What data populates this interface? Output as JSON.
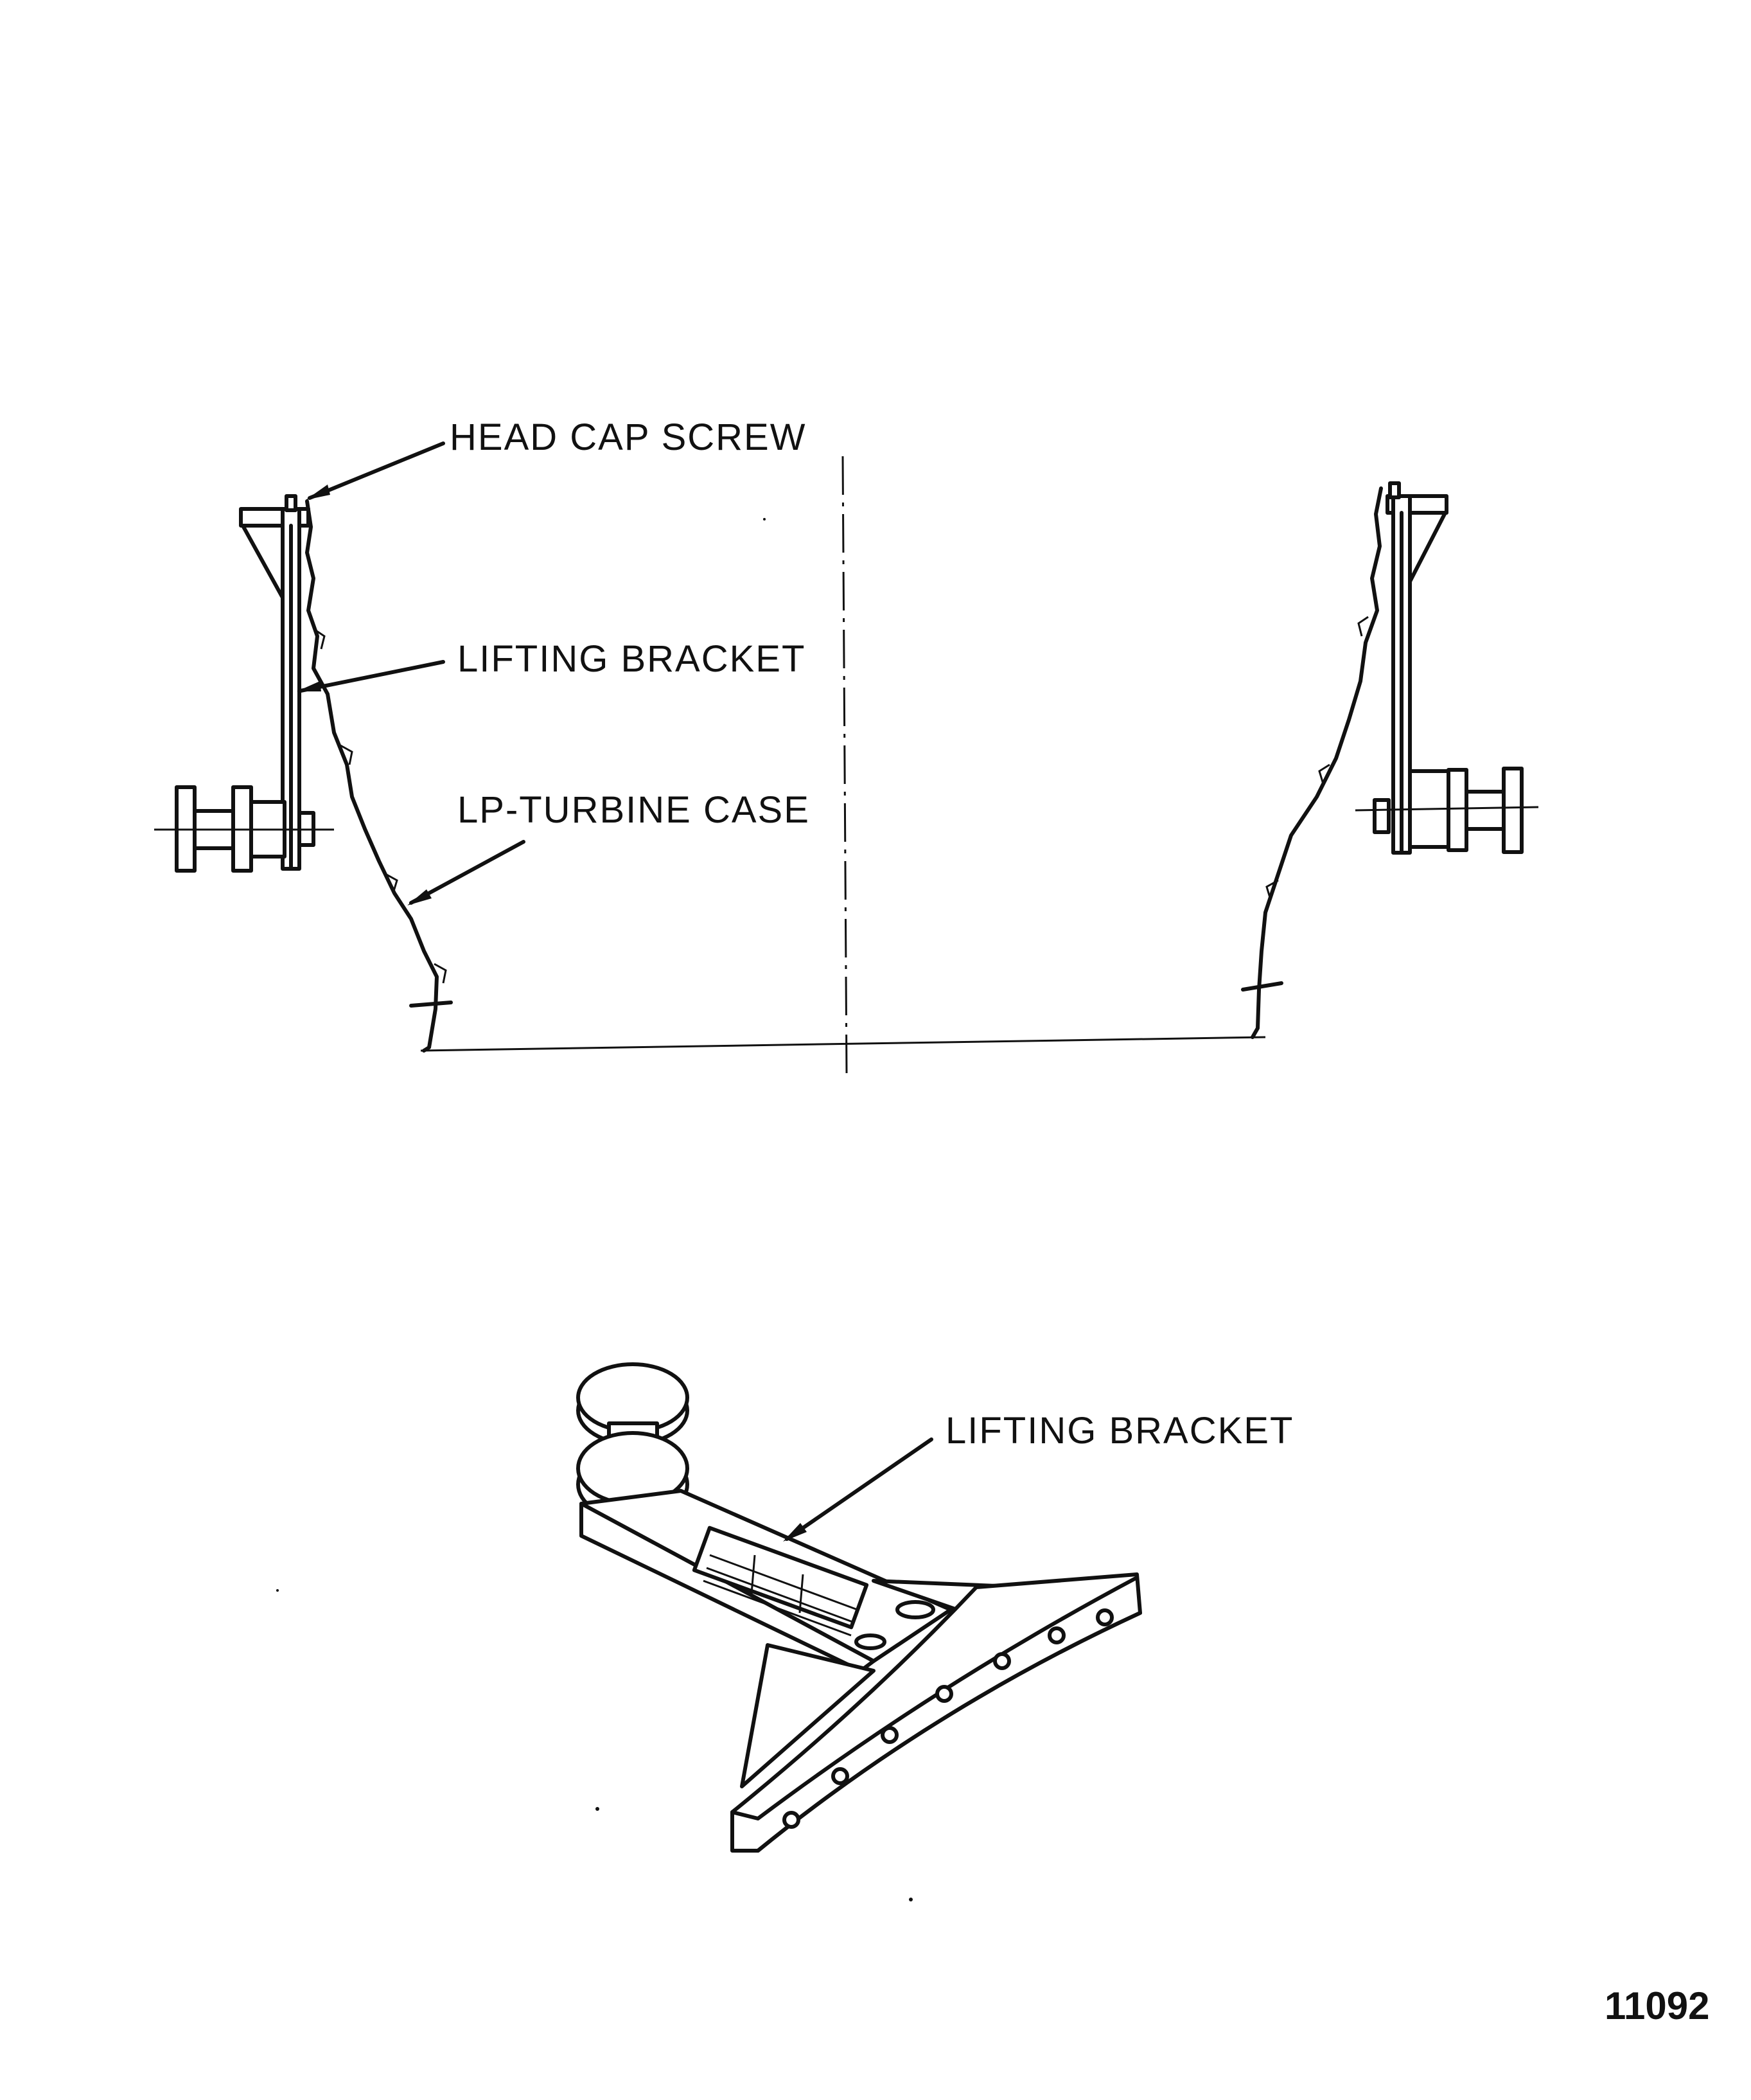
{
  "labels": {
    "head_cap_screw": "HEAD CAP SCREW",
    "lifting_bracket_section": "LIFTING BRACKET",
    "lp_turbine_case": "LP-TURBINE CASE",
    "lifting_bracket_detail": "LIFTING BRACKET"
  },
  "figure_number": "11092"
}
